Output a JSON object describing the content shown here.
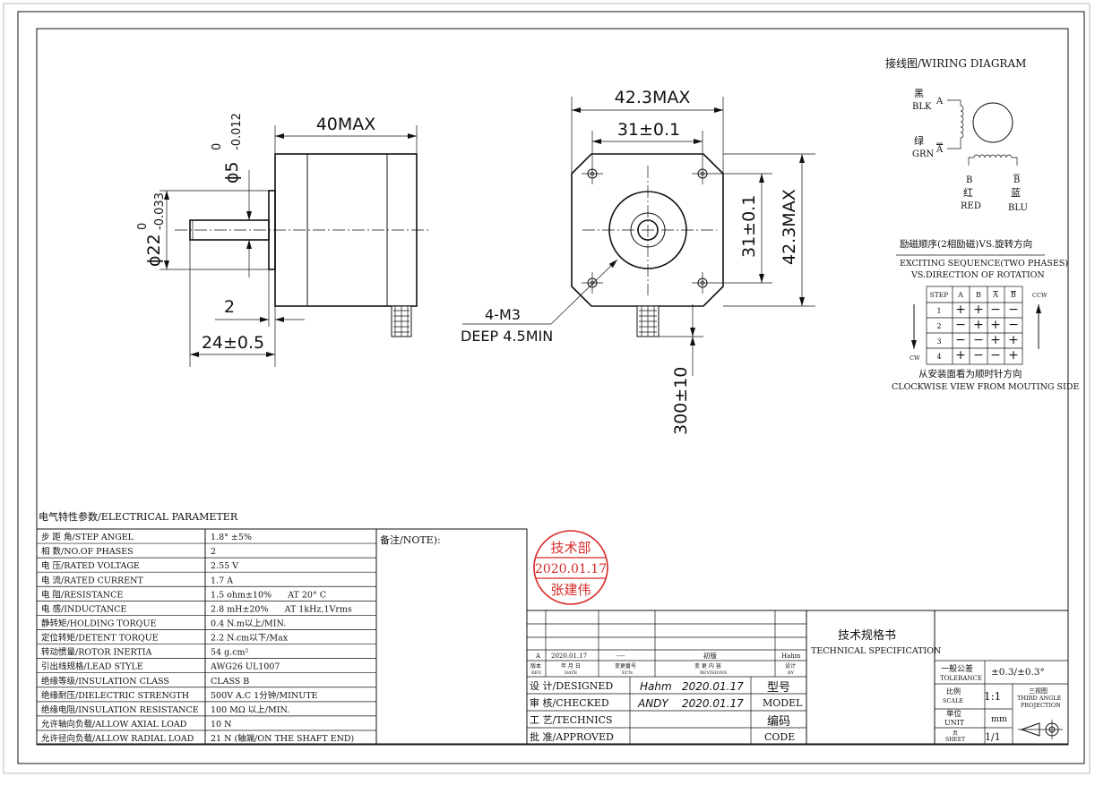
{
  "drawing": {
    "side_view": {
      "length": "40MAX",
      "shaft_diameter": "ϕ5",
      "shaft_tol_upper": "0",
      "shaft_tol_lower": "-0.012",
      "boss_diameter": "ϕ22",
      "boss_tol_upper": "0",
      "boss_tol_lower": "-0.033",
      "boss_height": "2",
      "shaft_length": "24±0.5"
    },
    "front_view": {
      "width": "42.3MAX",
      "hole_spacing_h": "31±0.1",
      "hole_spacing_v": "31±0.1",
      "height": "42.3MAX",
      "holes_label": "4-M3",
      "holes_depth": "DEEP 4.5MIN",
      "lead_length": "300±10"
    }
  },
  "wiring": {
    "title": "接线图/WIRING   DIAGRAM",
    "black_cn": "黑",
    "black_en": "BLK",
    "green_cn": "绿",
    "green_en": "GRN",
    "phase_a": "A",
    "phase_a_bar": "A",
    "phase_b": "B",
    "phase_b_bar": "B",
    "red_cn": "红",
    "red_en": "RED",
    "blue_cn": "蓝",
    "blue_en": "BLU"
  },
  "sequence": {
    "title_cn": "励磁顺序(2相励磁)VS.旋转方向",
    "title_en1": "EXCITING SEQUENCE(TWO PHASES)",
    "title_en2": "VS.DIRECTION OF ROTATION",
    "headers": [
      "STEP",
      "A",
      "B",
      "A",
      "B"
    ],
    "rows": [
      [
        "1",
        "+",
        "+",
        "−",
        "−"
      ],
      [
        "2",
        "−",
        "+",
        "+",
        "−"
      ],
      [
        "3",
        "−",
        "−",
        "+",
        "+"
      ],
      [
        "4",
        "+",
        "−",
        "−",
        "+"
      ]
    ],
    "ccw": "CCW",
    "cw": "CW",
    "foot_cn": "从安装面看为顺时针方向",
    "foot_en": "CLOCKWISE VIEW FROM MOUTING SIDE"
  },
  "params": {
    "title": "电气特性参数/ELECTRICAL PARAMETER",
    "rows": [
      {
        "label": "步 距 角/STEP ANGEL",
        "value": "1.8° ±5%"
      },
      {
        "label": "相   数/NO.OF PHASES",
        "value": "2"
      },
      {
        "label": "电   压/RATED VOLTAGE",
        "value": "2.55 V"
      },
      {
        "label": "电   流/RATED CURRENT",
        "value": "1.7 A"
      },
      {
        "label": "电   阻/RESISTANCE",
        "value": "1.5 ohm±10%      AT 20° C"
      },
      {
        "label": "电   感/INDUCTANCE",
        "value": "2.8 mH±20%      AT 1kHz,1Vrms"
      },
      {
        "label": "静转矩/HOLDING TORQUE",
        "value": "0.4 N.m以上/MIN."
      },
      {
        "label": "定位转矩/DETENT TORQUE",
        "value": "2.2 N.cm以下/Max"
      },
      {
        "label": "转动惯量/ROTOR INERTIA",
        "value": "54 g.cm²"
      },
      {
        "label": "引出线规格/LEAD STYLE",
        "value": "AWG26 UL1007"
      },
      {
        "label": "绝缘等级/INSULATION CLASS",
        "value": "CLASS B"
      },
      {
        "label": "绝缘耐压/DIELECTRIC STRENGTH",
        "value": "500V A.C 1分钟/MINUTE"
      },
      {
        "label": "绝缘电阻/INSULATION RESISTANCE",
        "value": "100 MΩ 以上/MIN."
      },
      {
        "label": "允许轴向负载/ALLOW AXIAL LOAD",
        "value": "10 N"
      },
      {
        "label": "允许径向负载/ALLOW RADIAL LOAD",
        "value": "21 N (轴端/ON THE SHAFT END)"
      }
    ],
    "note": "备注/NOTE):"
  },
  "stamp": {
    "line1": "技术部",
    "line2": "2020.01.17",
    "line3": "张建伟",
    "color": "#d82a2a"
  },
  "title_block": {
    "rev_a": "A",
    "rev_date": "2020.01.17",
    "rev_ecn": "----",
    "rev_desc": "初版",
    "rev_by": "Hahm",
    "h_rev_cn": "版本",
    "h_rev_en": "REV.",
    "h_date_cn": "年 月 日",
    "h_date_en": "DATE",
    "h_ecn_cn": "变更番号",
    "h_ecn_en": "ECN.",
    "h_desc_cn": "变 更 内 容",
    "h_desc_en": "REVISIONS",
    "h_by_cn": "设计",
    "h_by_en": "BY",
    "designed": "设 计/DESIGNED",
    "designed_name": "Hahm",
    "designed_date": "2020.01.17",
    "checked": "审 核/CHECKED",
    "checked_name": "ANDY",
    "checked_date": "2020.01.17",
    "technics": "工 艺/TECHNICS",
    "approved": "批 准/APPROVED",
    "model_cn": "型号",
    "model_en": "MODEL",
    "code_cn": "编码",
    "code_en": "CODE",
    "spec_cn": "技术规格书",
    "spec_en": "TECHNICAL SPECIFICATION",
    "tolerance_cn": "一般公差",
    "tolerance_en": "TOLERANCE",
    "tolerance_val": "±0.3/±0.3°",
    "scale_cn": "比例",
    "scale_en": "SCALE",
    "scale_val": "1:1",
    "proj_cn": "三视图",
    "proj_en1": "THIRD ANGLE",
    "proj_en2": "PROJECTION",
    "unit_cn": "单位",
    "unit_en": "UNIT",
    "unit_val": "mm",
    "sheet_cn": "页",
    "sheet_en": "SHEET",
    "sheet_val": "1/1"
  }
}
